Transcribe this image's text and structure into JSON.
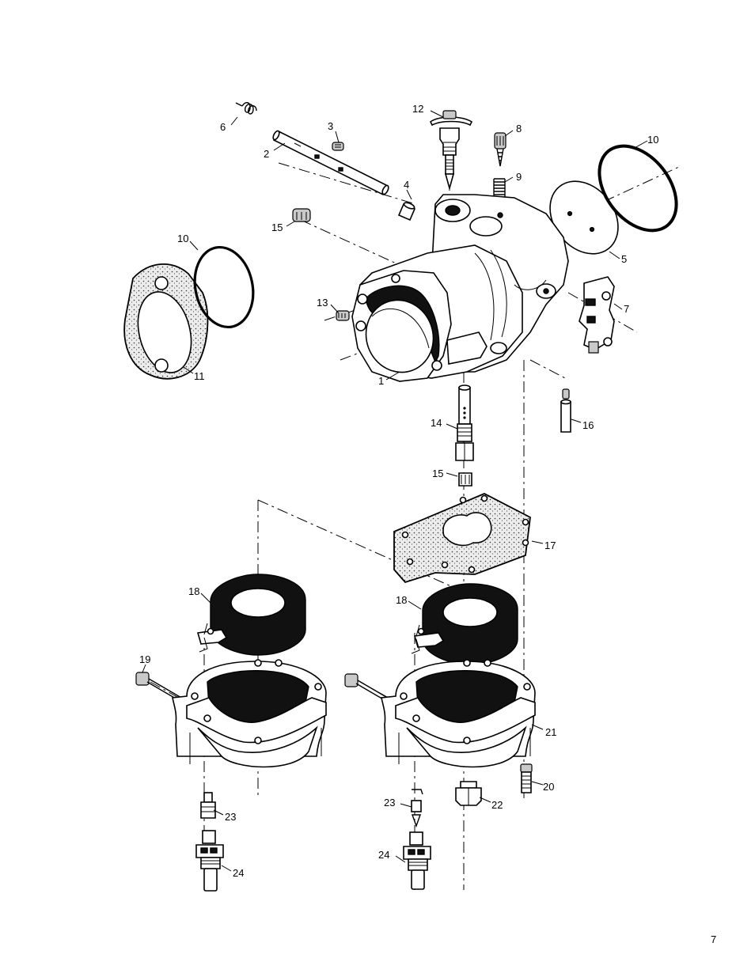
{
  "diagram": {
    "callouts": {
      "c1": "1",
      "c2": "2",
      "c3": "3",
      "c4": "4",
      "c5": "5",
      "c6": "6",
      "c7": "7",
      "c8": "8",
      "c9": "9",
      "c10a": "10",
      "c10b": "10",
      "c11": "11",
      "c12": "12",
      "c13": "13",
      "c14": "14",
      "c15a": "15",
      "c15b": "15",
      "c16": "16",
      "c17": "17",
      "c18a": "18",
      "c18b": "18",
      "c19": "19",
      "c20": "20",
      "c21": "21",
      "c22": "22",
      "c23a": "23",
      "c23b": "23",
      "c24a": "24",
      "c24b": "24"
    }
  },
  "page": {
    "number": "7"
  }
}
